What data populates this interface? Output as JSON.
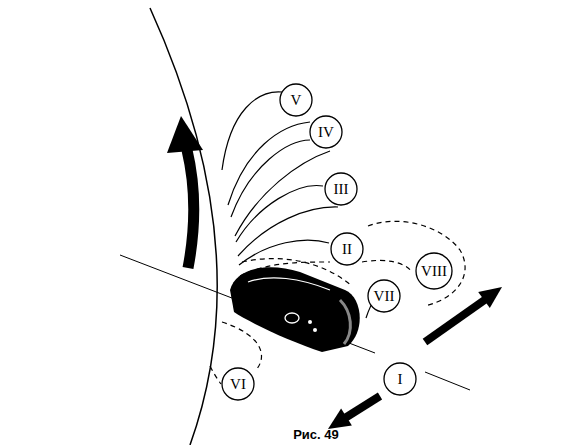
{
  "diagram": {
    "caption": "Рис. 49",
    "nodes": [
      {
        "text": [
          "V"
        ]
      },
      {
        "text": [
          "IV"
        ]
      },
      {
        "text": [
          "III"
        ]
      },
      {
        "text": [
          "II"
        ]
      },
      {
        "text": [
          "VIII"
        ]
      },
      {
        "text": [
          "VII"
        ]
      },
      {
        "text": [
          "I"
        ]
      },
      {
        "text": [
          "VI"
        ]
      }
    ]
  }
}
